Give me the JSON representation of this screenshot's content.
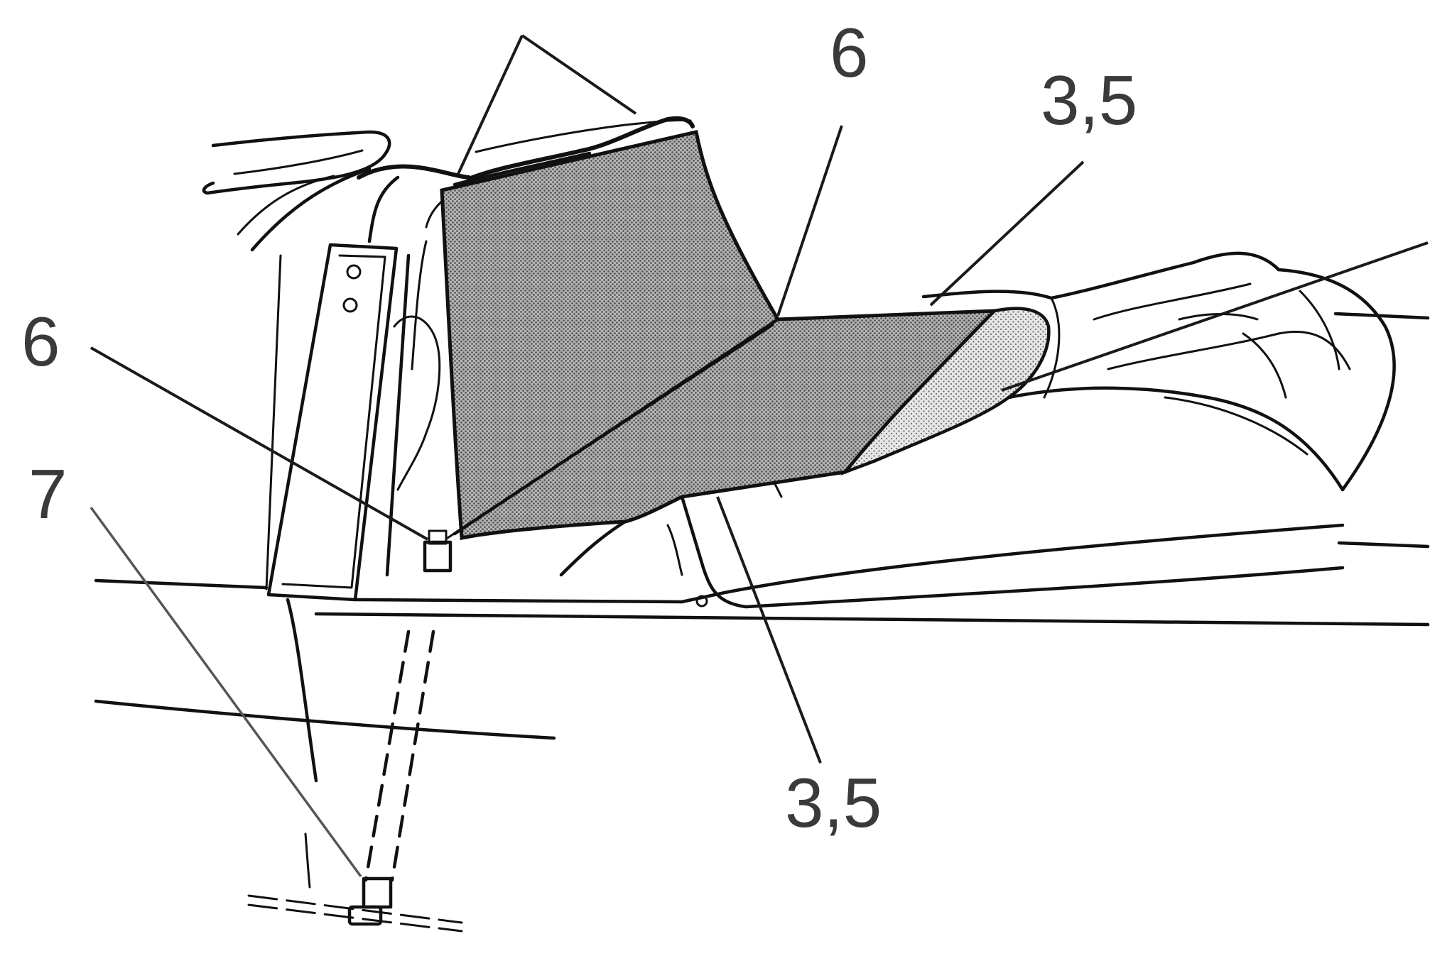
{
  "callouts": {
    "top_center": "6",
    "top_right": "3,5",
    "left_upper": "6",
    "left_lower": "7",
    "bottom_center": "3,5"
  },
  "colors": {
    "ink": "#111111",
    "shaded_fill": "#9a9a9a",
    "light_shade": "#d2d2d2",
    "label_text": "#3a3a3a"
  }
}
